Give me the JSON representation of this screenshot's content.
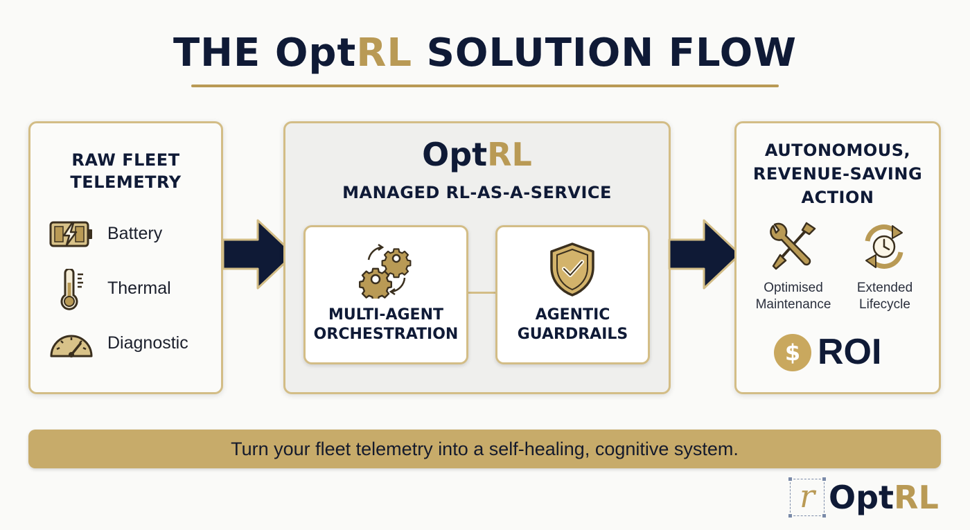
{
  "title": {
    "prefix": "THE ",
    "brand_dark": "Opt",
    "brand_gold": "RL",
    "suffix": " SOLUTION FLOW"
  },
  "left_panel": {
    "heading_line1": "RAW FLEET",
    "heading_line2": "TELEMETRY",
    "items": [
      {
        "icon": "battery-icon",
        "label": "Battery"
      },
      {
        "icon": "thermometer-icon",
        "label": "Thermal"
      },
      {
        "icon": "gauge-icon",
        "label": "Diagnostic"
      }
    ]
  },
  "middle_panel": {
    "logo_dark": "Opt",
    "logo_gold": "RL",
    "subtitle": "MANAGED RL-AS-A-SERVICE",
    "boxes": [
      {
        "icon": "gears-icon",
        "line1": "MULTI-AGENT",
        "line2": "ORCHESTRATION"
      },
      {
        "icon": "shield-check-icon",
        "line1": "AGENTIC",
        "line2": "GUARDRAILS"
      }
    ]
  },
  "right_panel": {
    "heading_line1": "AUTONOMOUS,",
    "heading_line2": "REVENUE-SAVING",
    "heading_line3": "ACTION",
    "actions": [
      {
        "icon": "wrench-screwdriver-icon",
        "line1": "Optimised",
        "line2": "Maintenance"
      },
      {
        "icon": "cycle-clock-icon",
        "line1": "Extended",
        "line2": "Lifecycle"
      }
    ],
    "roi_symbol": "$",
    "roi_label": "ROI"
  },
  "banner": {
    "text": "Turn your fleet telemetry into a self-healing, cognitive system."
  },
  "footer_logo": {
    "mark": "r",
    "dark": "Opt",
    "gold": "RL"
  },
  "colors": {
    "navy": "#0f1a36",
    "gold": "#b99a55",
    "gold_light": "#d3bd86",
    "banner": "#c7ab6a"
  }
}
